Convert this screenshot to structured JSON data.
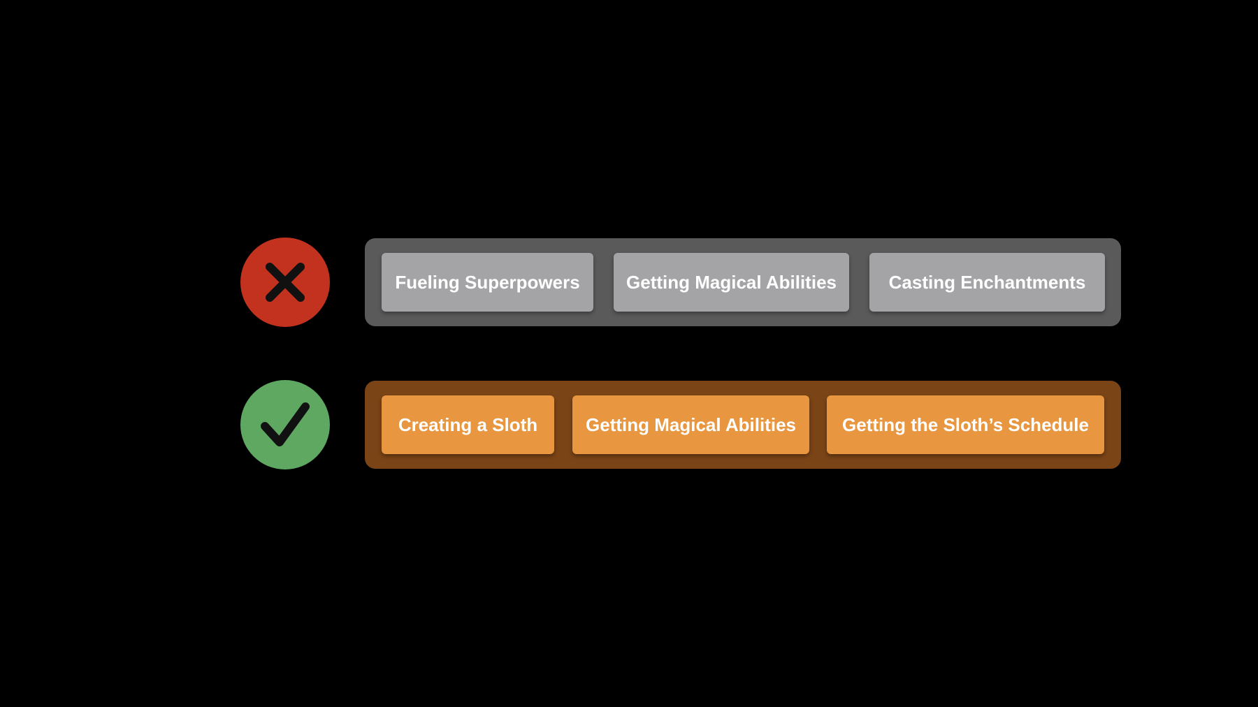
{
  "colors": {
    "background": "#000000",
    "wrong_badge": "#c3321f",
    "right_badge": "#5fa862",
    "wrong_group_bg": "#5a5a5a",
    "wrong_item_bg": "#a4a4a6",
    "right_group_bg": "#7a4416",
    "right_item_bg": "#e8963f",
    "mark": "#111111"
  },
  "rows": [
    {
      "status_icon": "x-mark-icon",
      "items": [
        "Fueling Superpowers",
        "Getting Magical Abilities",
        "Casting Enchantments"
      ]
    },
    {
      "status_icon": "check-mark-icon",
      "items": [
        "Creating a Sloth",
        "Getting Magical Abilities",
        "Getting the Sloth’s Schedule"
      ]
    }
  ]
}
